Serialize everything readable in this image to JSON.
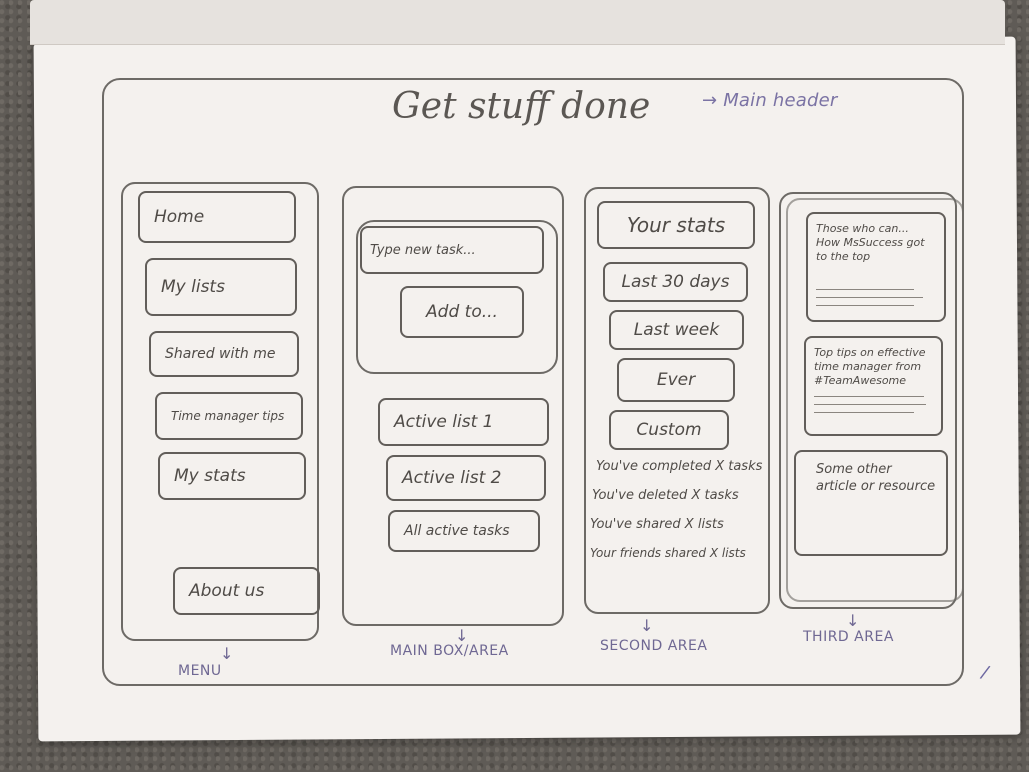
{
  "header": {
    "title": "Get stuff done",
    "annotation": "→ Main header"
  },
  "menu": {
    "items": [
      {
        "label": "Home"
      },
      {
        "label": "My lists"
      },
      {
        "label": "Shared with me"
      },
      {
        "label": "Time manager tips"
      },
      {
        "label": "My stats"
      },
      {
        "label": "About us"
      }
    ],
    "area_label": "MENU"
  },
  "main": {
    "task_input_placeholder": "Type new task...",
    "add_button": "Add to...",
    "lists": [
      {
        "label": "Active list 1"
      },
      {
        "label": "Active list 2"
      },
      {
        "label": "All active tasks"
      }
    ],
    "area_label": "MAIN BOX/AREA"
  },
  "second": {
    "heading": "Your stats",
    "filters": [
      {
        "label": "Last 30 days"
      },
      {
        "label": "Last week"
      },
      {
        "label": "Ever"
      },
      {
        "label": "Custom"
      }
    ],
    "stats": [
      "You've completed X tasks",
      "You've deleted X tasks",
      "You've shared X lists",
      "Your friends shared X lists"
    ],
    "area_label": "SECOND AREA"
  },
  "third": {
    "cards": [
      {
        "text": "Those who can... How MsSuccess got to the top"
      },
      {
        "text": "Top tips on effective time manager from #TeamAwesome"
      },
      {
        "text": "Some other article or resource"
      }
    ],
    "area_label": "THIRD AREA"
  },
  "page_mark": "/"
}
